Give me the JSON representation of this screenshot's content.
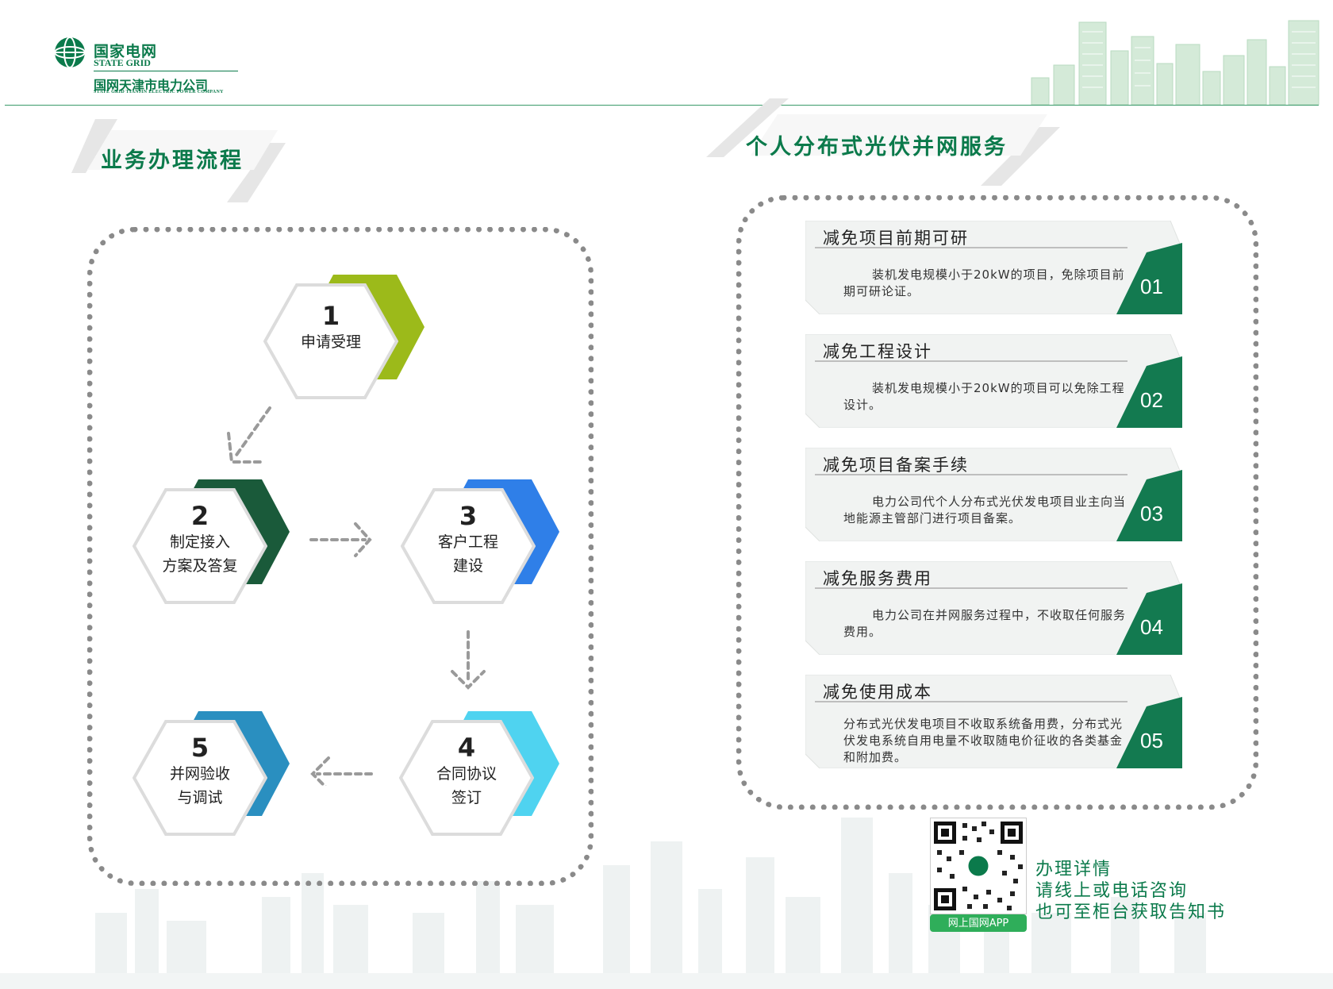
{
  "header": {
    "logo_cn": "国家电网",
    "logo_en": "STATE GRID",
    "company_cn": "国网天津市电力公司",
    "company_en": "STATE GRID TIANJIN ELECTRIC POWER COMPANY"
  },
  "left_section": {
    "title": "业务办理流程",
    "steps": [
      {
        "num": "1",
        "line1": "申请受理",
        "line2": "",
        "accent": "#9cba1a"
      },
      {
        "num": "2",
        "line1": "制定接入",
        "line2": "方案及答复",
        "accent": "#1a5a3a"
      },
      {
        "num": "3",
        "line1": "客户工程",
        "line2": "建设",
        "accent": "#2f7fe8"
      },
      {
        "num": "4",
        "line1": "合同协议",
        "line2": "签订",
        "accent": "#4fd3f0"
      },
      {
        "num": "5",
        "line1": "并网验收",
        "line2": "与调试",
        "accent": "#2a8fc0"
      }
    ]
  },
  "right_section": {
    "title": "个人分布式光伏并网服务",
    "cards": [
      {
        "title": "减免项目前期可研",
        "desc": "装机发电规模小于20kW的项目，免除项目前期可研论证。",
        "num": "01"
      },
      {
        "title": "减免工程设计",
        "desc": "装机发电规模小于20kW的项目可以免除工程设计。",
        "num": "02"
      },
      {
        "title": "减免项目备案手续",
        "desc": "电力公司代个人分布式光伏发电项目业主向当地能源主管部门进行项目备案。",
        "num": "03"
      },
      {
        "title": "减免服务费用",
        "desc": "电力公司在并网服务过程中，不收取任何服务费用。",
        "num": "04"
      },
      {
        "title": "减免使用成本",
        "desc": "分布式光伏发电项目不收取系统备用费，分布式光伏发电系统自用电量不收取随电价征收的各类基金和附加费。",
        "num": "05"
      }
    ]
  },
  "footer": {
    "qr_label": "网上国网APP",
    "contact_line1": "办理详情",
    "contact_line2": "请线上或电话咨询",
    "contact_line3": "也可至柜台获取告知书"
  },
  "colors": {
    "brand_green": "#0b7a4b",
    "card_num_green": "#137a50"
  }
}
